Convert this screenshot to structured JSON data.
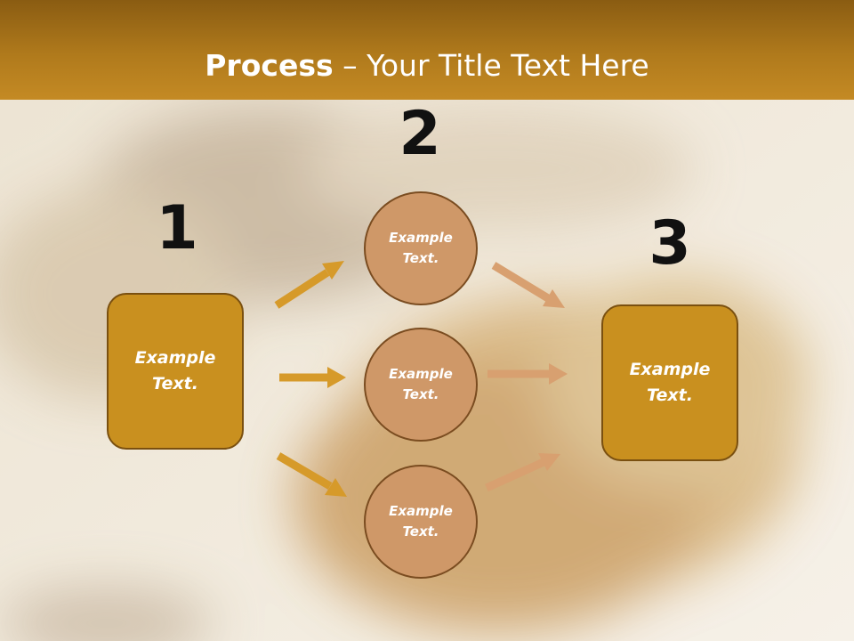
{
  "title": {
    "bold": "Process",
    "rest": " – Your Title Text Here"
  },
  "steps": [
    {
      "number": "1",
      "text": "Example\nText."
    },
    {
      "number": "2",
      "text": "Example\nText."
    },
    {
      "number": "3",
      "text": "Example\nText."
    }
  ],
  "circles": [
    {
      "text": "Example\nText."
    },
    {
      "text": "Example\nText."
    },
    {
      "text": "Example\nText."
    }
  ],
  "colors": {
    "header": "#b07a1c",
    "box_fill": "#c9901f",
    "circle_fill": "#cf9868",
    "arrow_in": "#d69a2a",
    "arrow_out": "#d8a070"
  }
}
